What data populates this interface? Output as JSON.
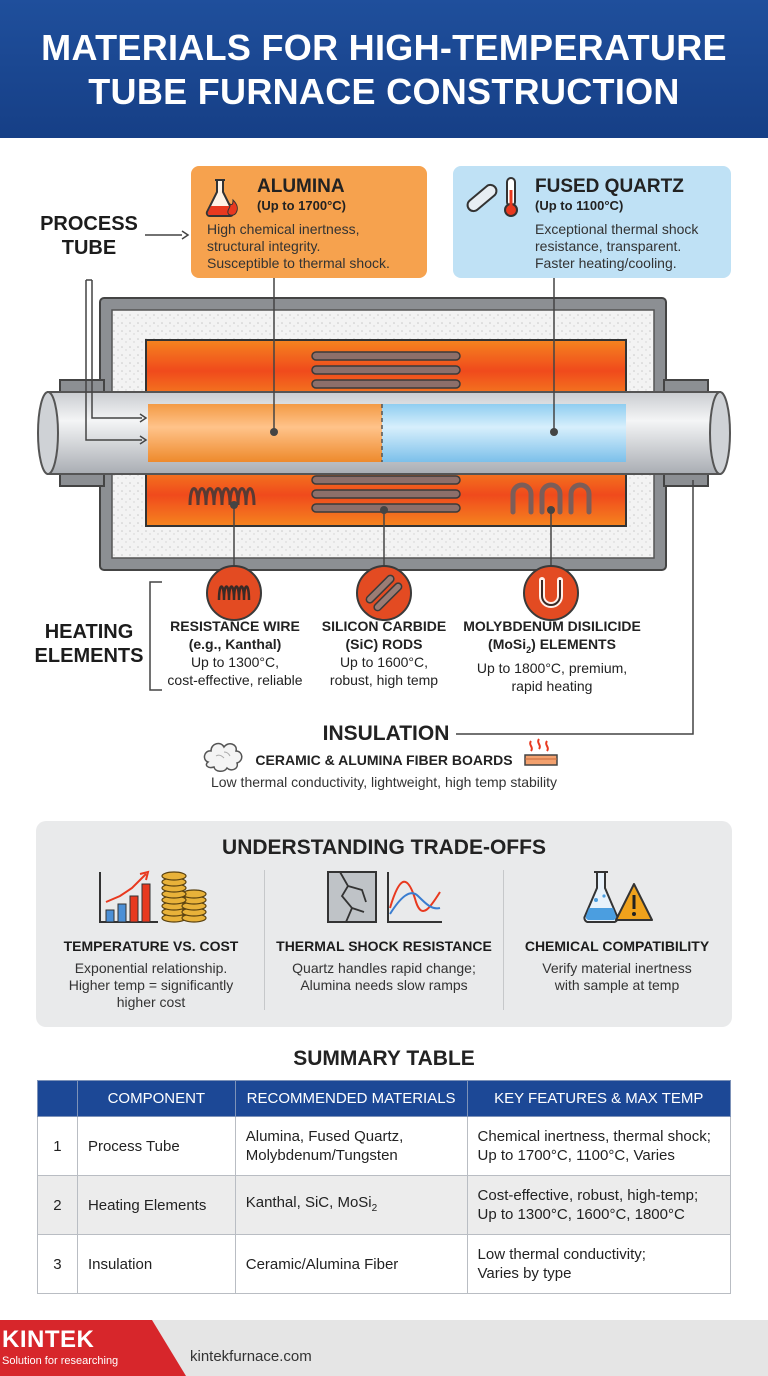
{
  "header": {
    "title_line1": "MATERIALS FOR HIGH-TEMPERATURE",
    "title_line2": "TUBE FURNACE CONSTRUCTION"
  },
  "labels": {
    "process_tube_1": "PROCESS",
    "process_tube_2": "TUBE",
    "heating_1": "HEATING",
    "heating_2": "ELEMENTS"
  },
  "alumina": {
    "title": "ALUMINA",
    "subtitle": "(Up to 1700°C)",
    "desc1": "High chemical inertness,",
    "desc2": "structural integrity.",
    "desc3": "Susceptible to thermal shock."
  },
  "quartz": {
    "title": "FUSED QUARTZ",
    "subtitle": "(Up to 1100°C)",
    "desc1": "Exceptional thermal shock",
    "desc2": "resistance, transparent.",
    "desc3": "Faster heating/cooling."
  },
  "elements": [
    {
      "title1": "RESISTANCE WIRE",
      "title2": "(e.g., Kanthal)",
      "desc1": "Up to 1300°C,",
      "desc2": "cost-effective, reliable"
    },
    {
      "title1": "SILICON CARBIDE",
      "title2": "(SiC) RODS",
      "desc1": "Up to 1600°C,",
      "desc2": "robust, high temp"
    },
    {
      "title1": "MOLYBDENUM DISILICIDE",
      "title2_pre": "(MoSi",
      "title2_sub": "2",
      "title2_post": ") ELEMENTS",
      "desc1": "Up to 1800°C, premium,",
      "desc2": "rapid heating"
    }
  ],
  "insulation": {
    "title": "INSULATION",
    "subtitle": "CERAMIC & ALUMINA FIBER BOARDS",
    "desc": "Low thermal conductivity, lightweight, high temp stability"
  },
  "tradeoffs": {
    "title": "UNDERSTANDING TRADE-OFFS",
    "items": [
      {
        "title": "TEMPERATURE VS. COST",
        "desc1": "Exponential relationship.",
        "desc2": "Higher temp = significantly",
        "desc3": "higher cost"
      },
      {
        "title": "THERMAL SHOCK RESISTANCE",
        "desc1": "Quartz handles rapid change;",
        "desc2": "Alumina needs slow ramps"
      },
      {
        "title": "CHEMICAL COMPATIBILITY",
        "desc1": "Verify material inertness",
        "desc2": "with sample at temp"
      }
    ]
  },
  "summary": {
    "title": "SUMMARY TABLE",
    "headers": [
      "",
      "COMPONENT",
      "RECOMMENDED MATERIALS",
      "KEY FEATURES & MAX TEMP"
    ],
    "rows": [
      {
        "n": "1",
        "component": "Process Tube",
        "mat1": "Alumina, Fused Quartz,",
        "mat2": "Molybdenum/Tungsten",
        "feat1": "Chemical inertness, thermal shock;",
        "feat2": "Up to 1700°C, 1100°C, Varies"
      },
      {
        "n": "2",
        "component": "Heating Elements",
        "mat_pre": "Kanthal, SiC, MoSi",
        "mat_sub": "2",
        "feat1": "Cost-effective, robust, high-temp;",
        "feat2": "Up to 1300°C, 1600°C, 1800°C"
      },
      {
        "n": "3",
        "component": "Insulation",
        "mat1": "Ceramic/Alumina Fiber",
        "feat1": "Low thermal conductivity;",
        "feat2": "Varies by type"
      }
    ]
  },
  "footer": {
    "brand": "KINTEK",
    "tagline": "Solution for researching",
    "url": "kintekfurnace.com"
  },
  "colors": {
    "header_blue": "#1f4f9c",
    "alumina_orange": "#f6a24e",
    "quartz_blue": "#bfe1f5",
    "heat_red": "#e8391f"
  }
}
